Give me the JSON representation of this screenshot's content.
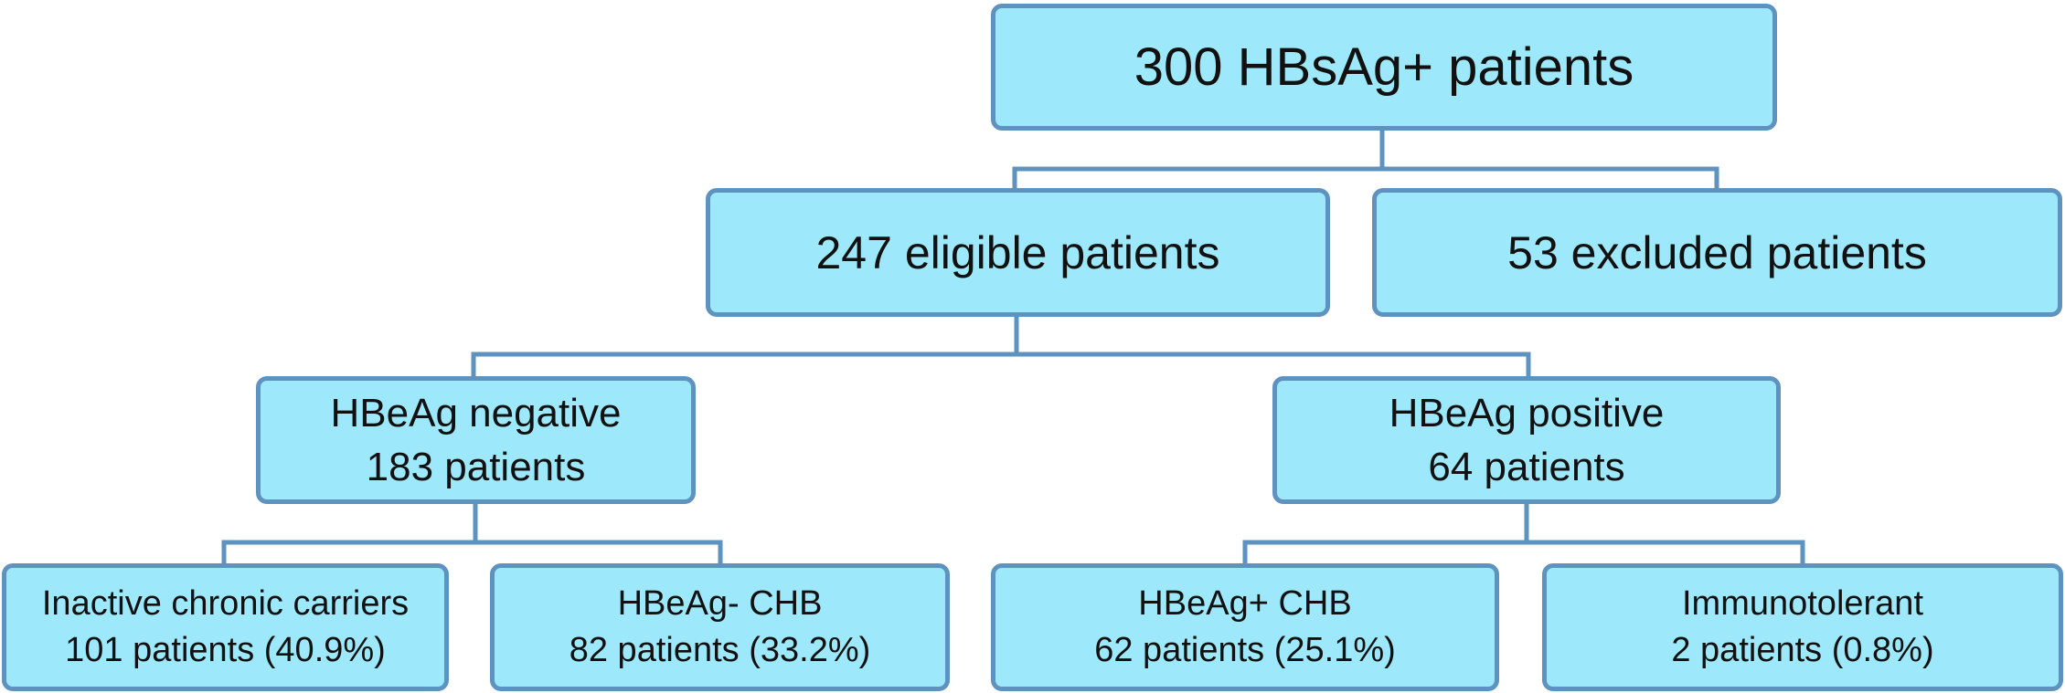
{
  "colors": {
    "box_fill": "#9de9fb",
    "box_border": "#5f93bf",
    "connector": "#5f93bf",
    "text": "#111111"
  },
  "root": {
    "text": "300 HBsAg+ patients"
  },
  "eligible": {
    "text": "247 eligible patients"
  },
  "excluded": {
    "text": "53 excluded patients"
  },
  "hbeag_negative": {
    "line1": "HBeAg negative",
    "line2": "183 patients"
  },
  "hbeag_positive": {
    "line1": "HBeAg positive",
    "line2": "64 patients"
  },
  "leaves": [
    {
      "line1": "Inactive chronic carriers",
      "line2": "101 patients (40.9%)"
    },
    {
      "line1": "HBeAg- CHB",
      "line2": "82 patients (33.2%)"
    },
    {
      "line1": "HBeAg+ CHB",
      "line2": "62 patients (25.1%)"
    },
    {
      "line1": "Immunotolerant",
      "line2": "2 patients (0.8%)"
    }
  ]
}
